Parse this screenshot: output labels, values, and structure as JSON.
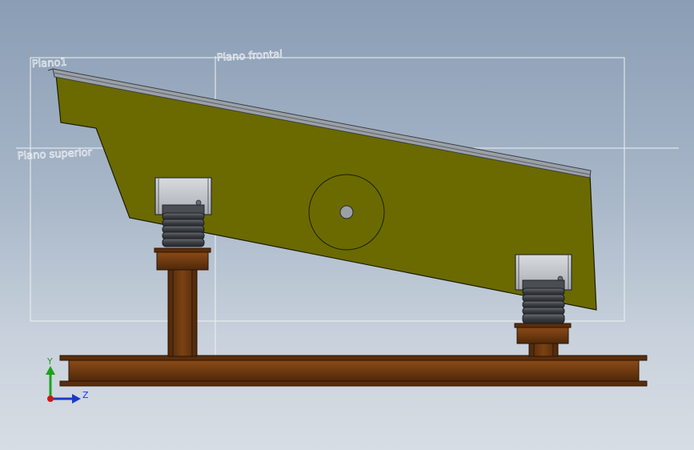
{
  "planes": {
    "plano1": "Plano1",
    "frontal": "Plano frontal",
    "superior": "Plano superior"
  },
  "triad": {
    "y_label": "Y",
    "z_label": "Z"
  },
  "colors": {
    "background_top": "#8a9db5",
    "background_bottom": "#d7dde4",
    "screen_body": "#6b6a00",
    "steel_frame": "#6e3a10",
    "spring": "#3f4247",
    "spring_housing": "#c2c6cb",
    "plane_outline": "#eef1f4",
    "triad_y": "#1aa31a",
    "triad_z": "#1a3acc",
    "triad_origin": "#d01515"
  },
  "icons": {
    "triad": "coordinate-triad-icon"
  }
}
